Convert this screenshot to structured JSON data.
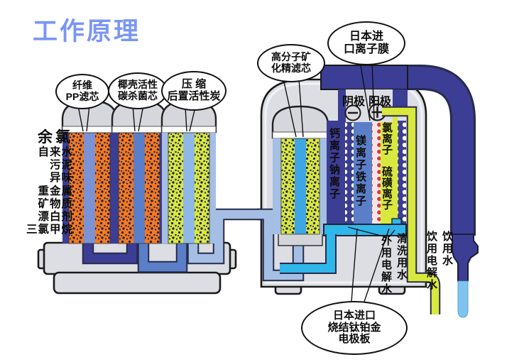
{
  "title": "工作原理",
  "colors": {
    "title-blue": "#7A96F5",
    "navy": "#3C3D94",
    "blue": "#5B7EC8",
    "periwinkle": "#A5BEE4",
    "cyan": "#2FB6EA",
    "stream-blue": "#7FC4EE",
    "orange": "#F5791E",
    "media-yellow": "#D9E83C",
    "body-gray": "#DDDEE3",
    "membrane-red": "#E03838"
  },
  "callouts": {
    "fiber_pp": "纤维\nPP滤芯",
    "coconut_carbon": "椰壳活性\n碳杀菌芯",
    "compressed_carbon": "压 缩\n后置活性炭",
    "polymer_mineral": "高分子矿\n化精滤芯",
    "ion_membrane": "日本进\n口离子膜",
    "electrode_plate": "日本进口\n烧结钛铂金\n电极板"
  },
  "contaminants": [
    "余氯",
    "自来水",
    "污泥",
    "异味",
    "重金属",
    "矿物质",
    "漂白剂",
    "三氯甲烷"
  ],
  "electrodes": {
    "cathode": "阴极",
    "anode": "阳极"
  },
  "ions": {
    "cathode_side": "钙离子钠离子",
    "middle": "镁离子铁离子",
    "anode_side": "氯离子　硫磺离子"
  },
  "outputs": {
    "external_electrolyzed": "外用电解水",
    "cleaning": "清洗用水",
    "drinking_electrolyzed": "饮用电解水",
    "drinking": "饮用水"
  }
}
